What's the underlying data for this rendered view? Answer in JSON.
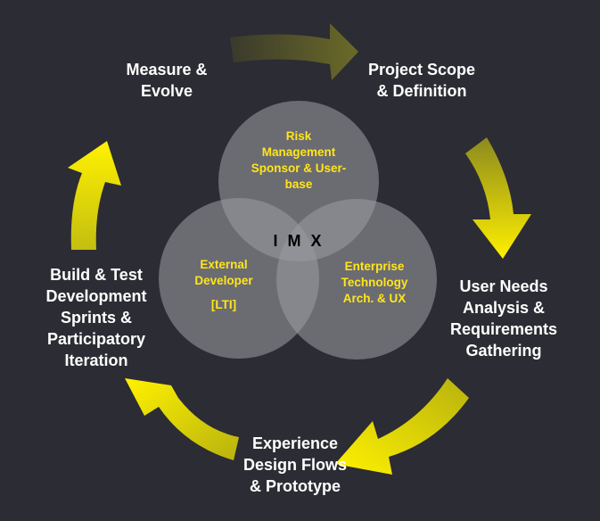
{
  "colors": {
    "background": "#2c2c34",
    "arrow_bright": "#ffee00",
    "arrow_dim": "#5a5a2a",
    "circle_fill": "#9a9aa0",
    "step_text": "#ffffff",
    "circle_text": "#ffe61a",
    "center_text": "#000000"
  },
  "cycle_steps": [
    {
      "id": "project-scope",
      "label": "Project Scope\n& Definition"
    },
    {
      "id": "user-needs",
      "label": "User Needs\nAnalysis &\nRequirements\nGathering"
    },
    {
      "id": "experience-design",
      "label": "Experience\nDesign Flows\n& Prototype"
    },
    {
      "id": "build-test",
      "label": "Build & Test\nDevelopment\nSprints &\nParticipatory\nIteration"
    },
    {
      "id": "measure-evolve",
      "label": "Measure &\nEvolve"
    }
  ],
  "venn": {
    "center_label": "I M X",
    "circles": [
      {
        "id": "risk",
        "label": "Risk\nManagement\nSponsor & User-\nbase"
      },
      {
        "id": "external",
        "label": "External\nDeveloper",
        "sub_label": "[LTI]"
      },
      {
        "id": "enterprise",
        "label": "Enterprise\nTechnology\nArch. & UX"
      }
    ]
  }
}
